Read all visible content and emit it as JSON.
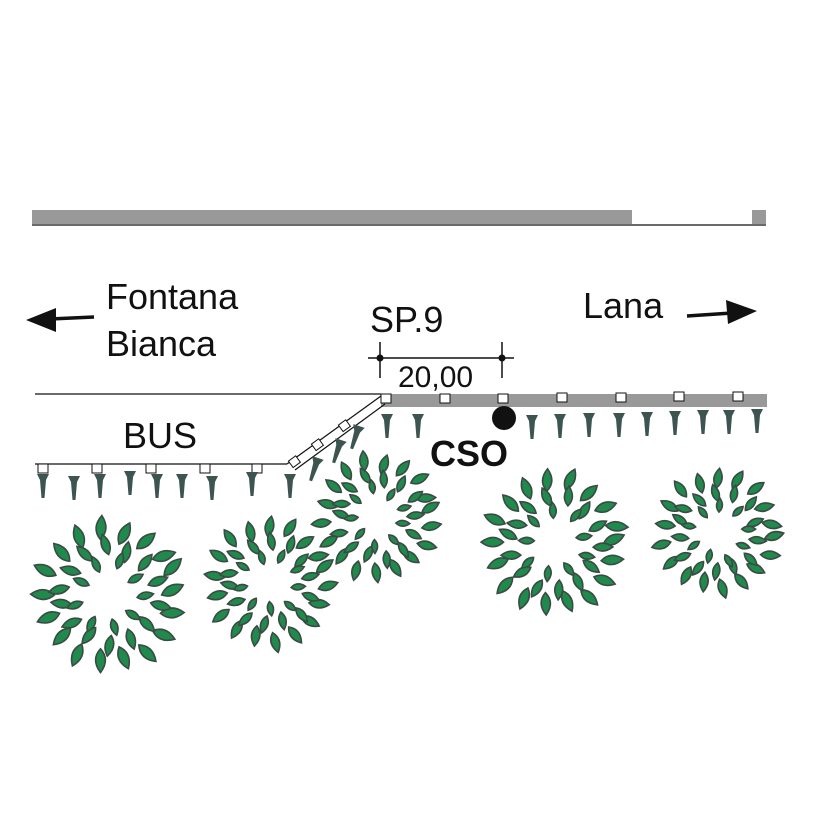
{
  "labels": {
    "west_destination_line1": "Fontana",
    "west_destination_line2": "Bianca",
    "east_destination": "Lana",
    "road_name": "SP.9",
    "dimension": "20,00",
    "bus_stop": "BUS",
    "cso": "CSO"
  },
  "colors": {
    "road_fill": "#999999",
    "line": "#111111",
    "tree_leaf": "#1f8a4c",
    "tree_stroke": "#3b4a45",
    "bollard": "#3d5550",
    "cso_dot": "#111111"
  },
  "icons": {
    "west_arrow": "arrow-left-icon",
    "east_arrow": "arrow-right-icon",
    "tree": "tree-canopy-icon",
    "bollard": "bollard-icon",
    "cso_marker": "filled-circle-icon"
  }
}
